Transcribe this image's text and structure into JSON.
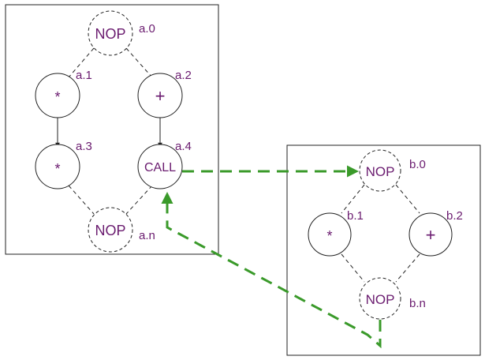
{
  "colors": {
    "text": "#6a1b6f",
    "stroke": "#222222",
    "call_arrow": "#3a9a2a"
  },
  "graph_a": {
    "nodes": {
      "a0": {
        "label": "NOP",
        "tag": "a.0"
      },
      "a1": {
        "label": "*",
        "tag": "a.1"
      },
      "a2": {
        "label": "+",
        "tag": "a.2"
      },
      "a3": {
        "label": "*",
        "tag": "a.3"
      },
      "a4": {
        "label": "CALL",
        "tag": "a.4"
      },
      "an": {
        "label": "NOP",
        "tag": "a.n"
      }
    }
  },
  "graph_b": {
    "nodes": {
      "b0": {
        "label": "NOP",
        "tag": "b.0"
      },
      "b1": {
        "label": "*",
        "tag": "b.1"
      },
      "b2": {
        "label": "+",
        "tag": "b.2"
      },
      "bn": {
        "label": "NOP",
        "tag": "b.n"
      }
    }
  }
}
